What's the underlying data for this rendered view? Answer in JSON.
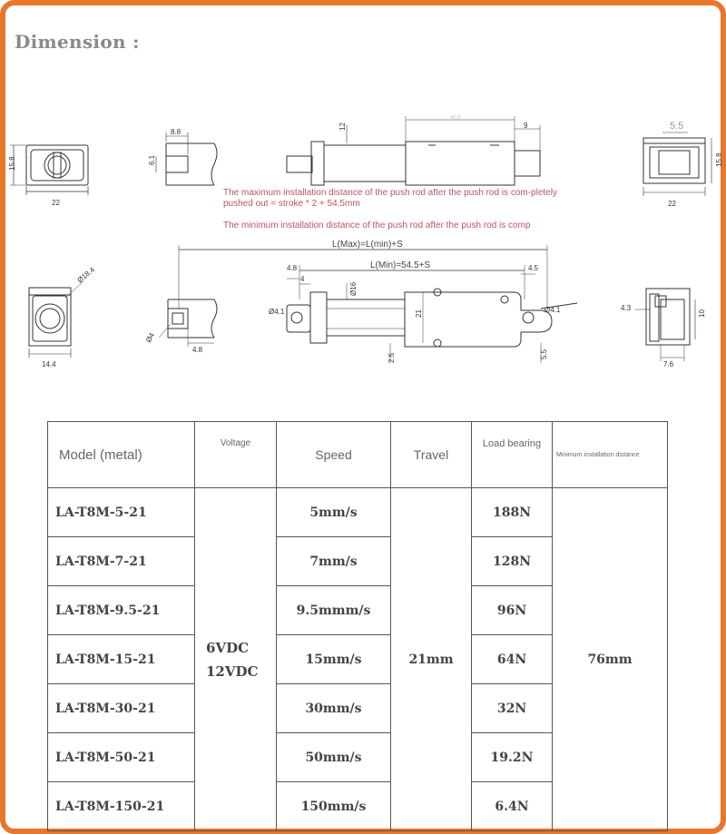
{
  "title": "Dimension :",
  "notes": {
    "max_install": "The maximum installation distance of the push rod after the push rod is com-pletely pushed out = stroke * 2 + 54.5mm",
    "min_install": "The minimum installation distance of the push rod after the push rod is comp"
  },
  "dimensions": {
    "d_15_8": "15.8",
    "d_22": "22",
    "d_8_8": "8.8",
    "d_6_1": "6.1",
    "d_12": "12",
    "d_top_dim": "40.5",
    "d_9": "9",
    "d_5_5": "5.5",
    "d_15_8_right": "15.8",
    "d_22_right": "22",
    "l_max": "L(Max)=L(min)+S",
    "l_min": "L(Min)=54.5+S",
    "d_4_8": "4.8",
    "d_4": "4",
    "d_16": "Ø16",
    "d_4_5": "4.5",
    "d_phi_18_4": "Ø18.4",
    "d_phi_4_1_left": "Ø4.1",
    "d_phi_4_1_right": "Ø4.1",
    "d_21": "21",
    "d_2_5": "2.5",
    "d_5_5_bottom": "5.5",
    "d_14_4": "14.4",
    "d_phi_4": "Ø4",
    "d_4_8_bottom": "4.8",
    "d_4_3": "4.3",
    "d_10": "10",
    "d_7_6": "7.6"
  },
  "table": {
    "headers": {
      "model": "Model (metal)",
      "voltage": "Voltage",
      "speed": "Speed",
      "travel": "Travel",
      "load": "Load bearing",
      "min_install": "Minimum installation distance"
    },
    "voltage_1": "6VDC",
    "voltage_2": "12VDC",
    "travel": "21mm",
    "min_install": "76mm",
    "rows": [
      {
        "model": "LA-T8M-5-21",
        "speed": "5mm/s",
        "load": "188N"
      },
      {
        "model": "LA-T8M-7-21",
        "speed": "7mm/s",
        "load": "128N"
      },
      {
        "model": "LA-T8M-9.5-21",
        "speed": "9.5mmm/s",
        "load": "96N"
      },
      {
        "model": "LA-T8M-15-21",
        "speed": "15mm/s",
        "load": "64N"
      },
      {
        "model": "LA-T8M-30-21",
        "speed": "30mm/s",
        "load": "32N"
      },
      {
        "model": "LA-T8M-50-21",
        "speed": "50mm/s",
        "load": "19.2N"
      },
      {
        "model": "LA-T8M-150-21",
        "speed": "150mm/s",
        "load": "6.4N"
      }
    ]
  }
}
